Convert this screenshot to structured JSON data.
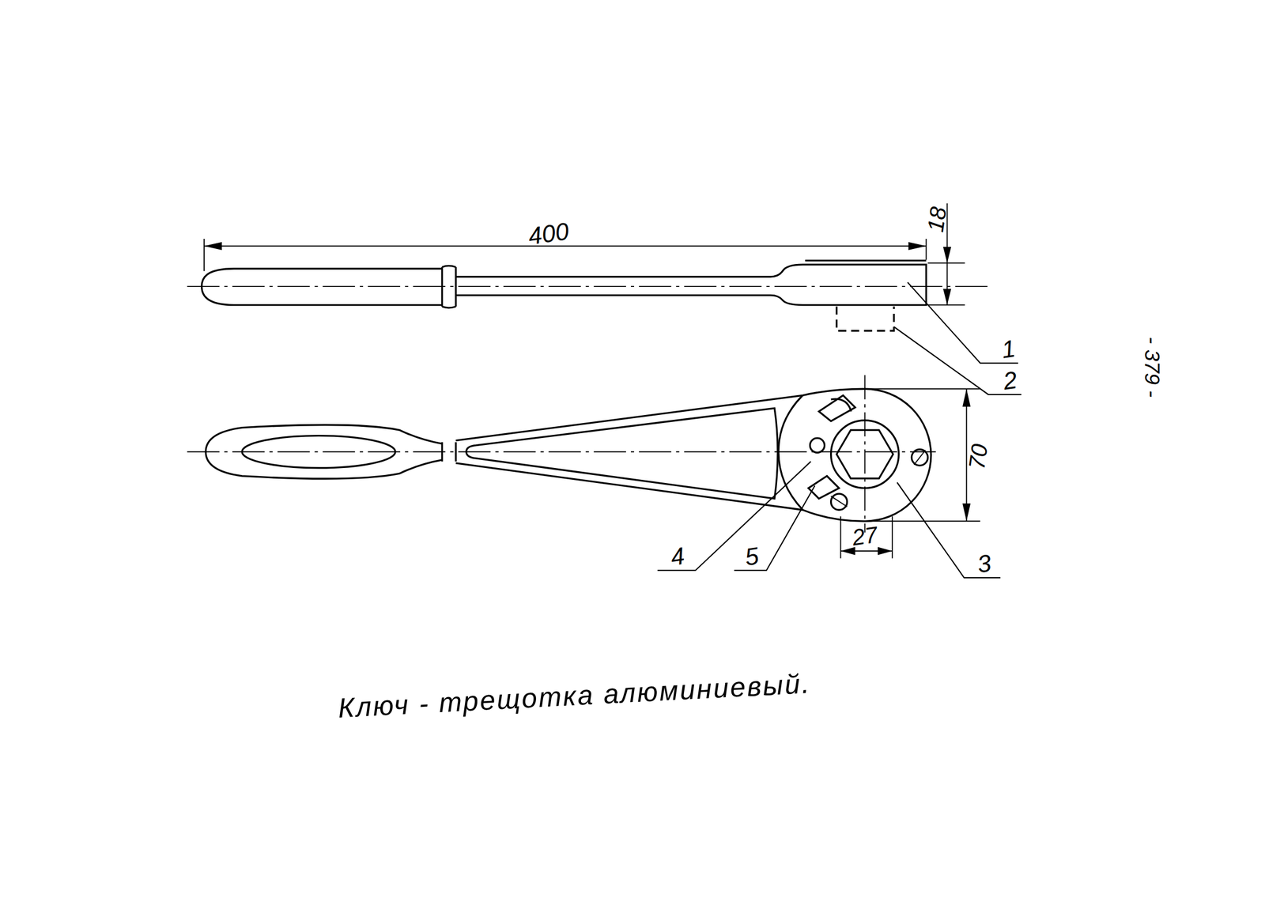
{
  "diagram": {
    "caption": "Ключ - трещотка алюминиевый.",
    "labels": [
      "400",
      "18",
      "1",
      "2",
      "70",
      "27",
      "4",
      "5",
      "3",
      "- 379 -"
    ]
  }
}
